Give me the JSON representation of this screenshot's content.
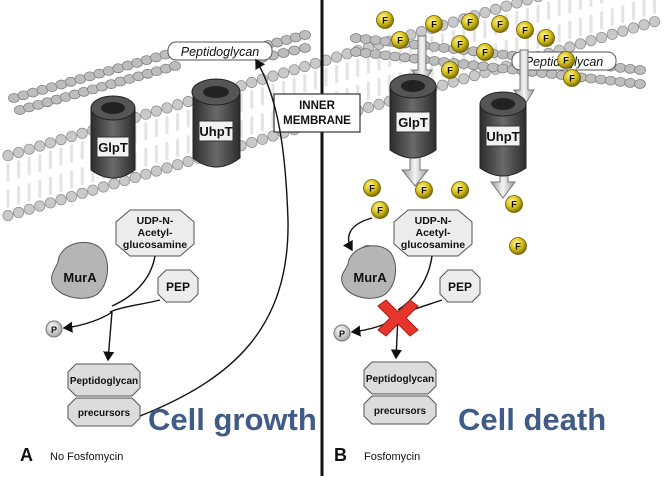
{
  "panel_a": {
    "letter": "A",
    "caption": "No Fosfomycin",
    "outcome": "Cell growth",
    "peptidoglycan": "Peptidoglycan",
    "transporter_1": "GlpT",
    "transporter_2": "UhpT",
    "membrane_line1": "INNER",
    "membrane_line2": "MEMBRANE",
    "udp_line1": "UDP-N-",
    "udp_line2": "Acetyl-",
    "udp_line3": "glucosamine",
    "mura": "MurA",
    "pep": "PEP",
    "phosphate": "P",
    "precursor_line1": "Peptidoglycan",
    "precursor_line2": "precursors"
  },
  "panel_b": {
    "letter": "B",
    "caption": "Fosfomycin",
    "outcome": "Cell death",
    "peptidoglycan": "Peptidoglycan",
    "transporter_1": "GlpT",
    "transporter_2": "UhpT",
    "udp_line1": "UDP-N-",
    "udp_line2": "Acetyl-",
    "udp_line3": "glucosamine",
    "mura": "MurA",
    "pep": "PEP",
    "phosphate": "P",
    "precursor_line1": "Peptidoglycan",
    "precursor_line2": "precursors",
    "fosfomycin_symbol": "F"
  },
  "colors": {
    "outcome_text": "#3f5b86",
    "fosfomycin_fill": "#d8c21a",
    "block_x": "#e8352b",
    "lipid_head": "#c9c9c9",
    "lipid_tail": "#e4e4e4",
    "transporter": "#4a4a4a"
  }
}
